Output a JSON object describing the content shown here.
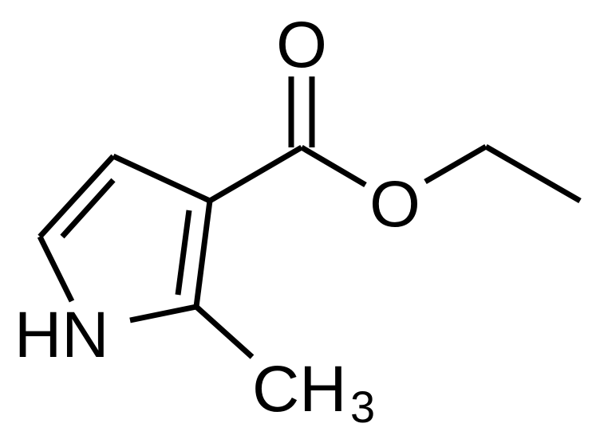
{
  "molecule": {
    "atoms": {
      "carbonyl_oxygen": "O",
      "ester_oxygen": "O",
      "ring_nitrogen": "HN",
      "methyl_carbon": "CH",
      "methyl_subscript": "3"
    }
  },
  "colors": {
    "bond": "#000000",
    "label": "#000000",
    "background": "#ffffff"
  }
}
